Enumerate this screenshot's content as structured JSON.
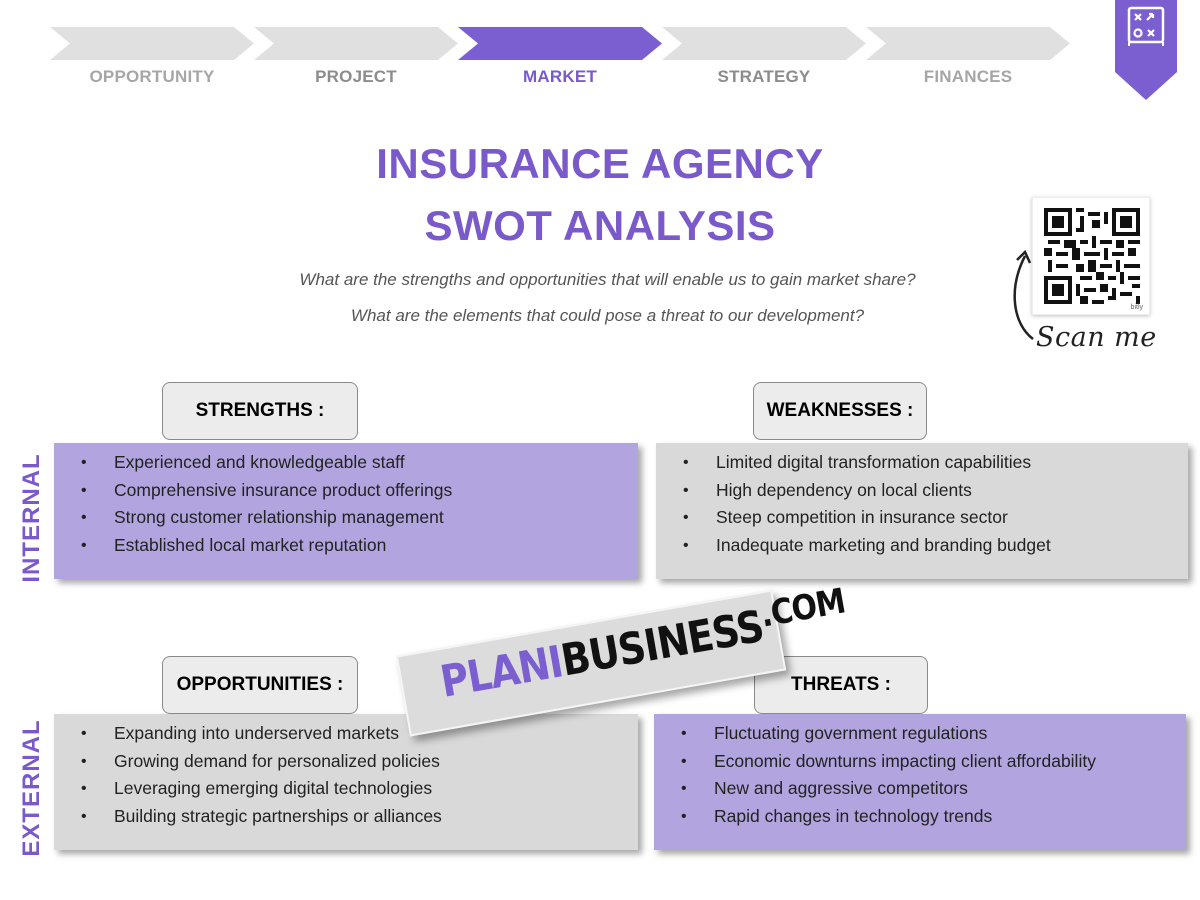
{
  "nav": {
    "steps": [
      {
        "label": "OPPORTUNITY",
        "active": false
      },
      {
        "label": "PROJECT",
        "active": false
      },
      {
        "label": "MARKET",
        "active": true
      },
      {
        "label": "STRATEGY",
        "active": false
      },
      {
        "label": "FINANCES",
        "active": false
      }
    ]
  },
  "bookmark": {
    "icon": "plan-board-icon"
  },
  "header": {
    "title_line1": "INSURANCE AGENCY",
    "title_line2": "SWOT ANALYSIS",
    "question1": "What are the strengths and opportunities that will enable us to gain market share?",
    "question2": "What are the elements that could pose a threat to our development?"
  },
  "qr": {
    "tag": "bitly",
    "scan_label": "Scan me"
  },
  "side_labels": {
    "internal": "INTERNAL",
    "external": "EXTERNAL"
  },
  "swot": {
    "strengths": {
      "title": "STRENGTHS :",
      "items": [
        "Experienced and knowledgeable staff",
        "Comprehensive insurance product offerings",
        "Strong customer relationship management",
        "Established local market reputation"
      ]
    },
    "weaknesses": {
      "title": "WEAKNESSES :",
      "items": [
        "Limited digital transformation capabilities",
        "High dependency on local clients",
        "Steep competition in insurance sector",
        "Inadequate marketing and branding budget"
      ]
    },
    "opportunities": {
      "title": "OPPORTUNITIES :",
      "items": [
        "Expanding into underserved markets",
        "Growing demand for personalized policies",
        "Leveraging emerging digital technologies",
        "Building strategic partnerships or alliances"
      ]
    },
    "threats": {
      "title": "THREATS :",
      "items": [
        "Fluctuating government regulations",
        "Economic downturns impacting client affordability",
        "New and aggressive competitors",
        "Rapid changes in technology trends"
      ]
    }
  },
  "brand": {
    "part1": "PLANI",
    "part2": "BUSINESS",
    "part3": ".COM"
  },
  "colors": {
    "accent": "#7b5fd1",
    "purple_box": "#b2a5df",
    "grey_box": "#d9d9d9",
    "inactive_step": "#e0e0e0"
  }
}
